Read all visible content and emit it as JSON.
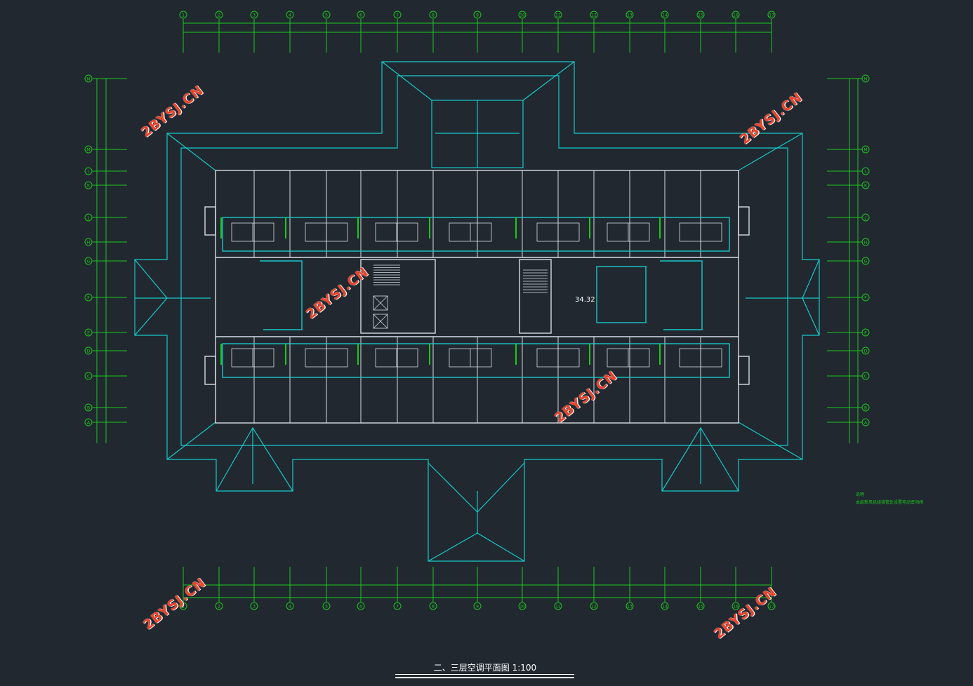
{
  "axis_labels_top": [
    "1",
    "2",
    "3",
    "4",
    "5",
    "6",
    "7",
    "8",
    "9",
    "10",
    "11",
    "12",
    "13",
    "14",
    "15",
    "16",
    "17"
  ],
  "axis_labels_left": [
    "N",
    "M",
    "L",
    "K",
    "J",
    "H",
    "G",
    "F",
    "E",
    "D",
    "C",
    "B",
    "A"
  ],
  "watermark_text": "2BYSJ.CN",
  "title": "二、三层空调平面图   1:100",
  "room_value": "34.32",
  "note_heading": "说明",
  "note_text": "本层新风机组接管处设置电动密闭阀",
  "colors": {
    "background": "#212830",
    "axis_green": "#1cc81c",
    "outline_cyan": "#17c9c9",
    "wall_white": "#d8dde2",
    "watermark_red": "#e8442c"
  }
}
